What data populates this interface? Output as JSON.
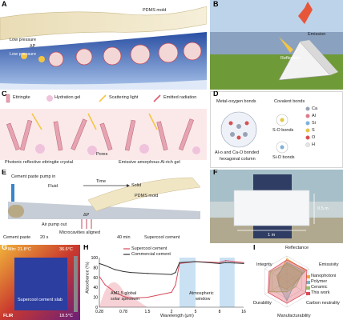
{
  "panel_labels": {
    "a": "A",
    "b": "B",
    "c": "C",
    "d": "D",
    "e": "E",
    "f": "F",
    "g": "G",
    "h": "H",
    "i": "I"
  },
  "panel_a": {
    "pdms_mold": "PDMS mold",
    "low_pressure_1": "Low pressure",
    "delta_p": "ΔP",
    "low_pressure_2": "Low pressure"
  },
  "panel_b": {
    "emission": "Emission",
    "reflection": "Reflection"
  },
  "panel_c": {
    "legend": [
      "Ettringite",
      "Hydration gel",
      "Scattering light",
      "Emitted radiation"
    ],
    "pores": "Pores",
    "bottom_left": "Photonic reflective ettringite crystal",
    "bottom_right": "Emissive amorphous Al-rich gel"
  },
  "panel_d": {
    "metal_oxygen": "Metal-oxygen bonds",
    "covalent": "Covalent bonds",
    "al_ca": "Al-o and Ca-O bonded",
    "hex": "hexagonal column",
    "s_o": "S-O bonds",
    "si_o": "Si-O bonds",
    "elements": [
      {
        "sym": "Ca",
        "color": "#9aa3b5"
      },
      {
        "sym": "Al",
        "color": "#e07a8a"
      },
      {
        "sym": "Si",
        "color": "#7fb0d8"
      },
      {
        "sym": "S",
        "color": "#e5c648"
      },
      {
        "sym": "O",
        "color": "#d65151"
      },
      {
        "sym": "H",
        "color": "#e6e6e6"
      }
    ]
  },
  "panel_e": {
    "pump_in": "Cement paste pump in",
    "fluid": "Fluid",
    "time": "Time",
    "solid": "Solid",
    "pdms_mold": "PDMS mold",
    "air_pump": "Air pump out",
    "delta_p": "ΔP",
    "cement_paste": "Cement paste",
    "t20": "20 s",
    "microcav": "Microcavities aligned",
    "t40": "40 min",
    "supercool": "Supercool cement"
  },
  "panel_f": {
    "dim_w": "1 m",
    "dim_h": "0.5 m"
  },
  "panel_g": {
    "min": "Min: 21.8°C",
    "max": "36.6°C",
    "low": "18.5°C",
    "slab": "Supercool cement slab",
    "brand": "FLIR"
  },
  "panel_h": {
    "legend_1": "Supercool cement",
    "legend_2": "Commercial cement",
    "ylabel": "Absorbance (%)",
    "xlabel": "Wavelength (μm)",
    "solar": "AM1.5 global",
    "solar2": "solar spectrum",
    "atm": "Atmospheric",
    "atm2": "window",
    "xticks": [
      "0.28",
      "0.78",
      "1.5",
      "2",
      "5",
      "8",
      "16"
    ],
    "yticks": [
      "100",
      "80",
      "60",
      "40",
      "20",
      "0"
    ]
  },
  "panel_i": {
    "axes": [
      "Reflectance",
      "Emissivity",
      "Carbon neutrality",
      "Manufacturability",
      "Durability",
      "Integrity"
    ],
    "legend": [
      "Nanophotoni",
      "Polymer",
      "Ceramic",
      "This work"
    ]
  },
  "chart_data": {
    "type": "line",
    "xlabel": "Wavelength (μm)",
    "ylabel": "Absorbance (%)",
    "ylim": [
      0,
      100
    ],
    "series": [
      {
        "name": "Supercool cement",
        "color": "#d94a5a",
        "x": [
          0.28,
          0.4,
          0.5,
          0.6,
          0.78,
          1.0,
          1.5,
          2.0,
          2.5,
          3,
          5,
          8,
          10,
          13,
          16
        ],
        "y": [
          62,
          45,
          38,
          30,
          22,
          18,
          20,
          30,
          45,
          88,
          92,
          90,
          94,
          92,
          90
        ]
      },
      {
        "name": "Commercial cement",
        "color": "#333333",
        "x": [
          0.28,
          0.4,
          0.5,
          0.6,
          0.78,
          1.0,
          1.5,
          2.0,
          2.5,
          3,
          5,
          8,
          10,
          13,
          16
        ],
        "y": [
          88,
          84,
          80,
          76,
          72,
          70,
          68,
          66,
          70,
          90,
          92,
          88,
          90,
          89,
          88
        ]
      }
    ]
  },
  "radar_data": {
    "axes": [
      "Reflectance",
      "Emissivity",
      "Carbon neutrality",
      "Manufacturability",
      "Durability",
      "Integrity"
    ],
    "series": [
      {
        "name": "Nanophotoni",
        "color": "#e8a93c",
        "values": [
          0.9,
          0.85,
          0.25,
          0.3,
          0.35,
          0.4
        ]
      },
      {
        "name": "Polymer",
        "color": "#6bb9c8",
        "values": [
          0.75,
          0.8,
          0.3,
          0.75,
          0.35,
          0.45
        ]
      },
      {
        "name": "Ceramic",
        "color": "#8fc36c",
        "values": [
          0.7,
          0.7,
          0.4,
          0.4,
          0.8,
          0.75
        ]
      },
      {
        "name": "This work",
        "color": "#d94a5a",
        "values": [
          0.85,
          0.9,
          0.85,
          0.85,
          0.85,
          0.8
        ]
      }
    ]
  }
}
